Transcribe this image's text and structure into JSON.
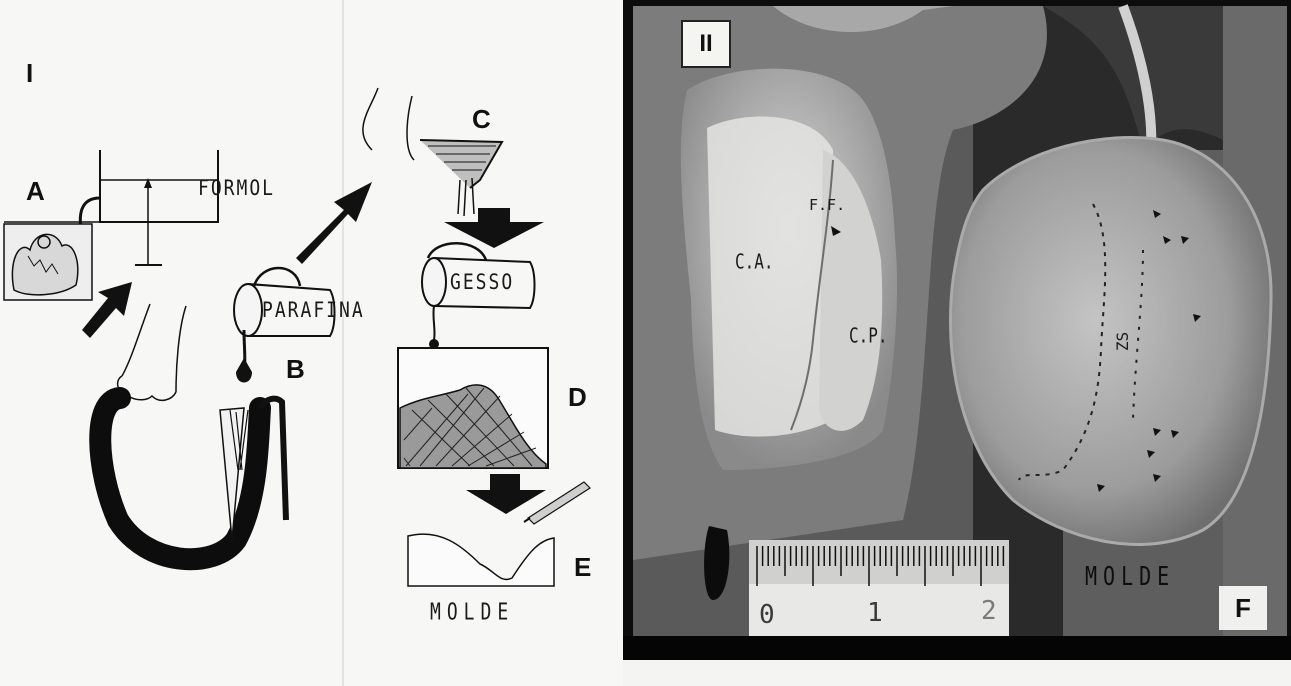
{
  "panel_i": {
    "roman": "I",
    "step_a": "A",
    "step_b": "B",
    "step_c": "C",
    "step_d": "D",
    "step_e": "E",
    "formol": "FORMOL",
    "parafina": "PARAFINA",
    "gesso": "GESSO",
    "molde": "MOLDE"
  },
  "panel_ii": {
    "roman": "II",
    "ff": "F.F.",
    "ca": "C.A.",
    "cp": "C.P.",
    "zs": "ZS",
    "molde": "MOLDE",
    "step_f": "F",
    "ruler_ticks": [
      "0",
      "1",
      "2"
    ]
  }
}
